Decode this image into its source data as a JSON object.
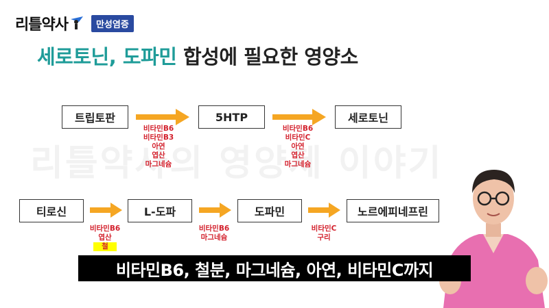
{
  "brand": {
    "name": "리틀약사",
    "badge": "만성염증"
  },
  "title": {
    "accent": "세로토닌, 도파민",
    "rest": " 합성에 필요한 영양소"
  },
  "watermark": "리틀약사의 영양제 이야기",
  "row1": {
    "nodes": [
      "트립토판",
      "5HTP",
      "세로토닌"
    ],
    "notes": [
      [
        "비타민B6",
        "비타민B3",
        "아연",
        "엽산",
        "마그네슘"
      ],
      [
        "비타민B6",
        "비타민C",
        "아연",
        "엽산",
        "마그네슘"
      ]
    ]
  },
  "row2": {
    "nodes": [
      "티로신",
      "L-도파",
      "도파민",
      "노르에피네프린"
    ],
    "notes": [
      [
        "비타민B6",
        "엽산"
      ],
      [
        "비타민B6",
        "마그네슘"
      ],
      [
        "비타민C",
        "구리"
      ]
    ],
    "highlight": "철"
  },
  "subtitle": "비타민B6, 철분, 마그네슘, 아연, 비타민C까지",
  "colors": {
    "accent": "#1f9c99",
    "arrow": "#f5a623",
    "note": "#d3202c",
    "badge": "#2a4aa0",
    "highlight": "#ffff00"
  }
}
